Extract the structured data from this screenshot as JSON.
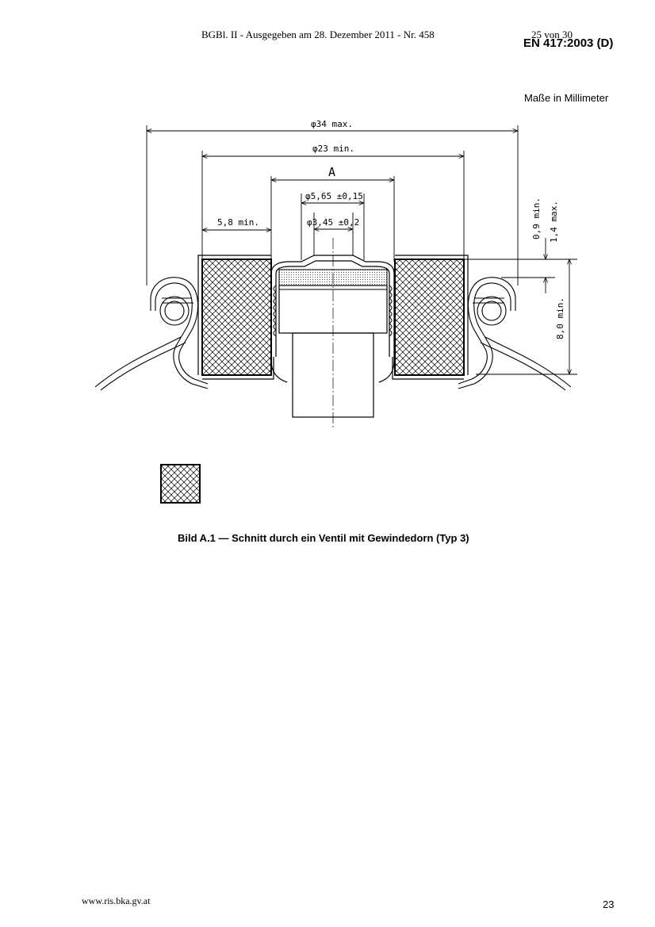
{
  "header": {
    "gazette": "BGBl. II - Ausgegeben am 28. Dezember 2011 - Nr. 458",
    "page_of": "25 von 30",
    "standard": "EN 417:2003 (D)"
  },
  "units_note": "Maße in Millimeter",
  "figure": {
    "dimensions": {
      "d34": "φ34  max.",
      "d23": "φ23  min.",
      "a": "A",
      "d565": "φ5,65  ±0,15",
      "w58": "5,8  min.",
      "d345": "φ3,45  ±0,2",
      "h09": "0,9  min.",
      "h14": "1,4  max.",
      "h80": "8,0  min."
    },
    "caption": "Bild A.1 — Schnitt durch ein Ventil mit Gewindedorn (Typ 3)"
  },
  "footer": {
    "url": "www.ris.bka.gv.at",
    "page_number": "23"
  }
}
